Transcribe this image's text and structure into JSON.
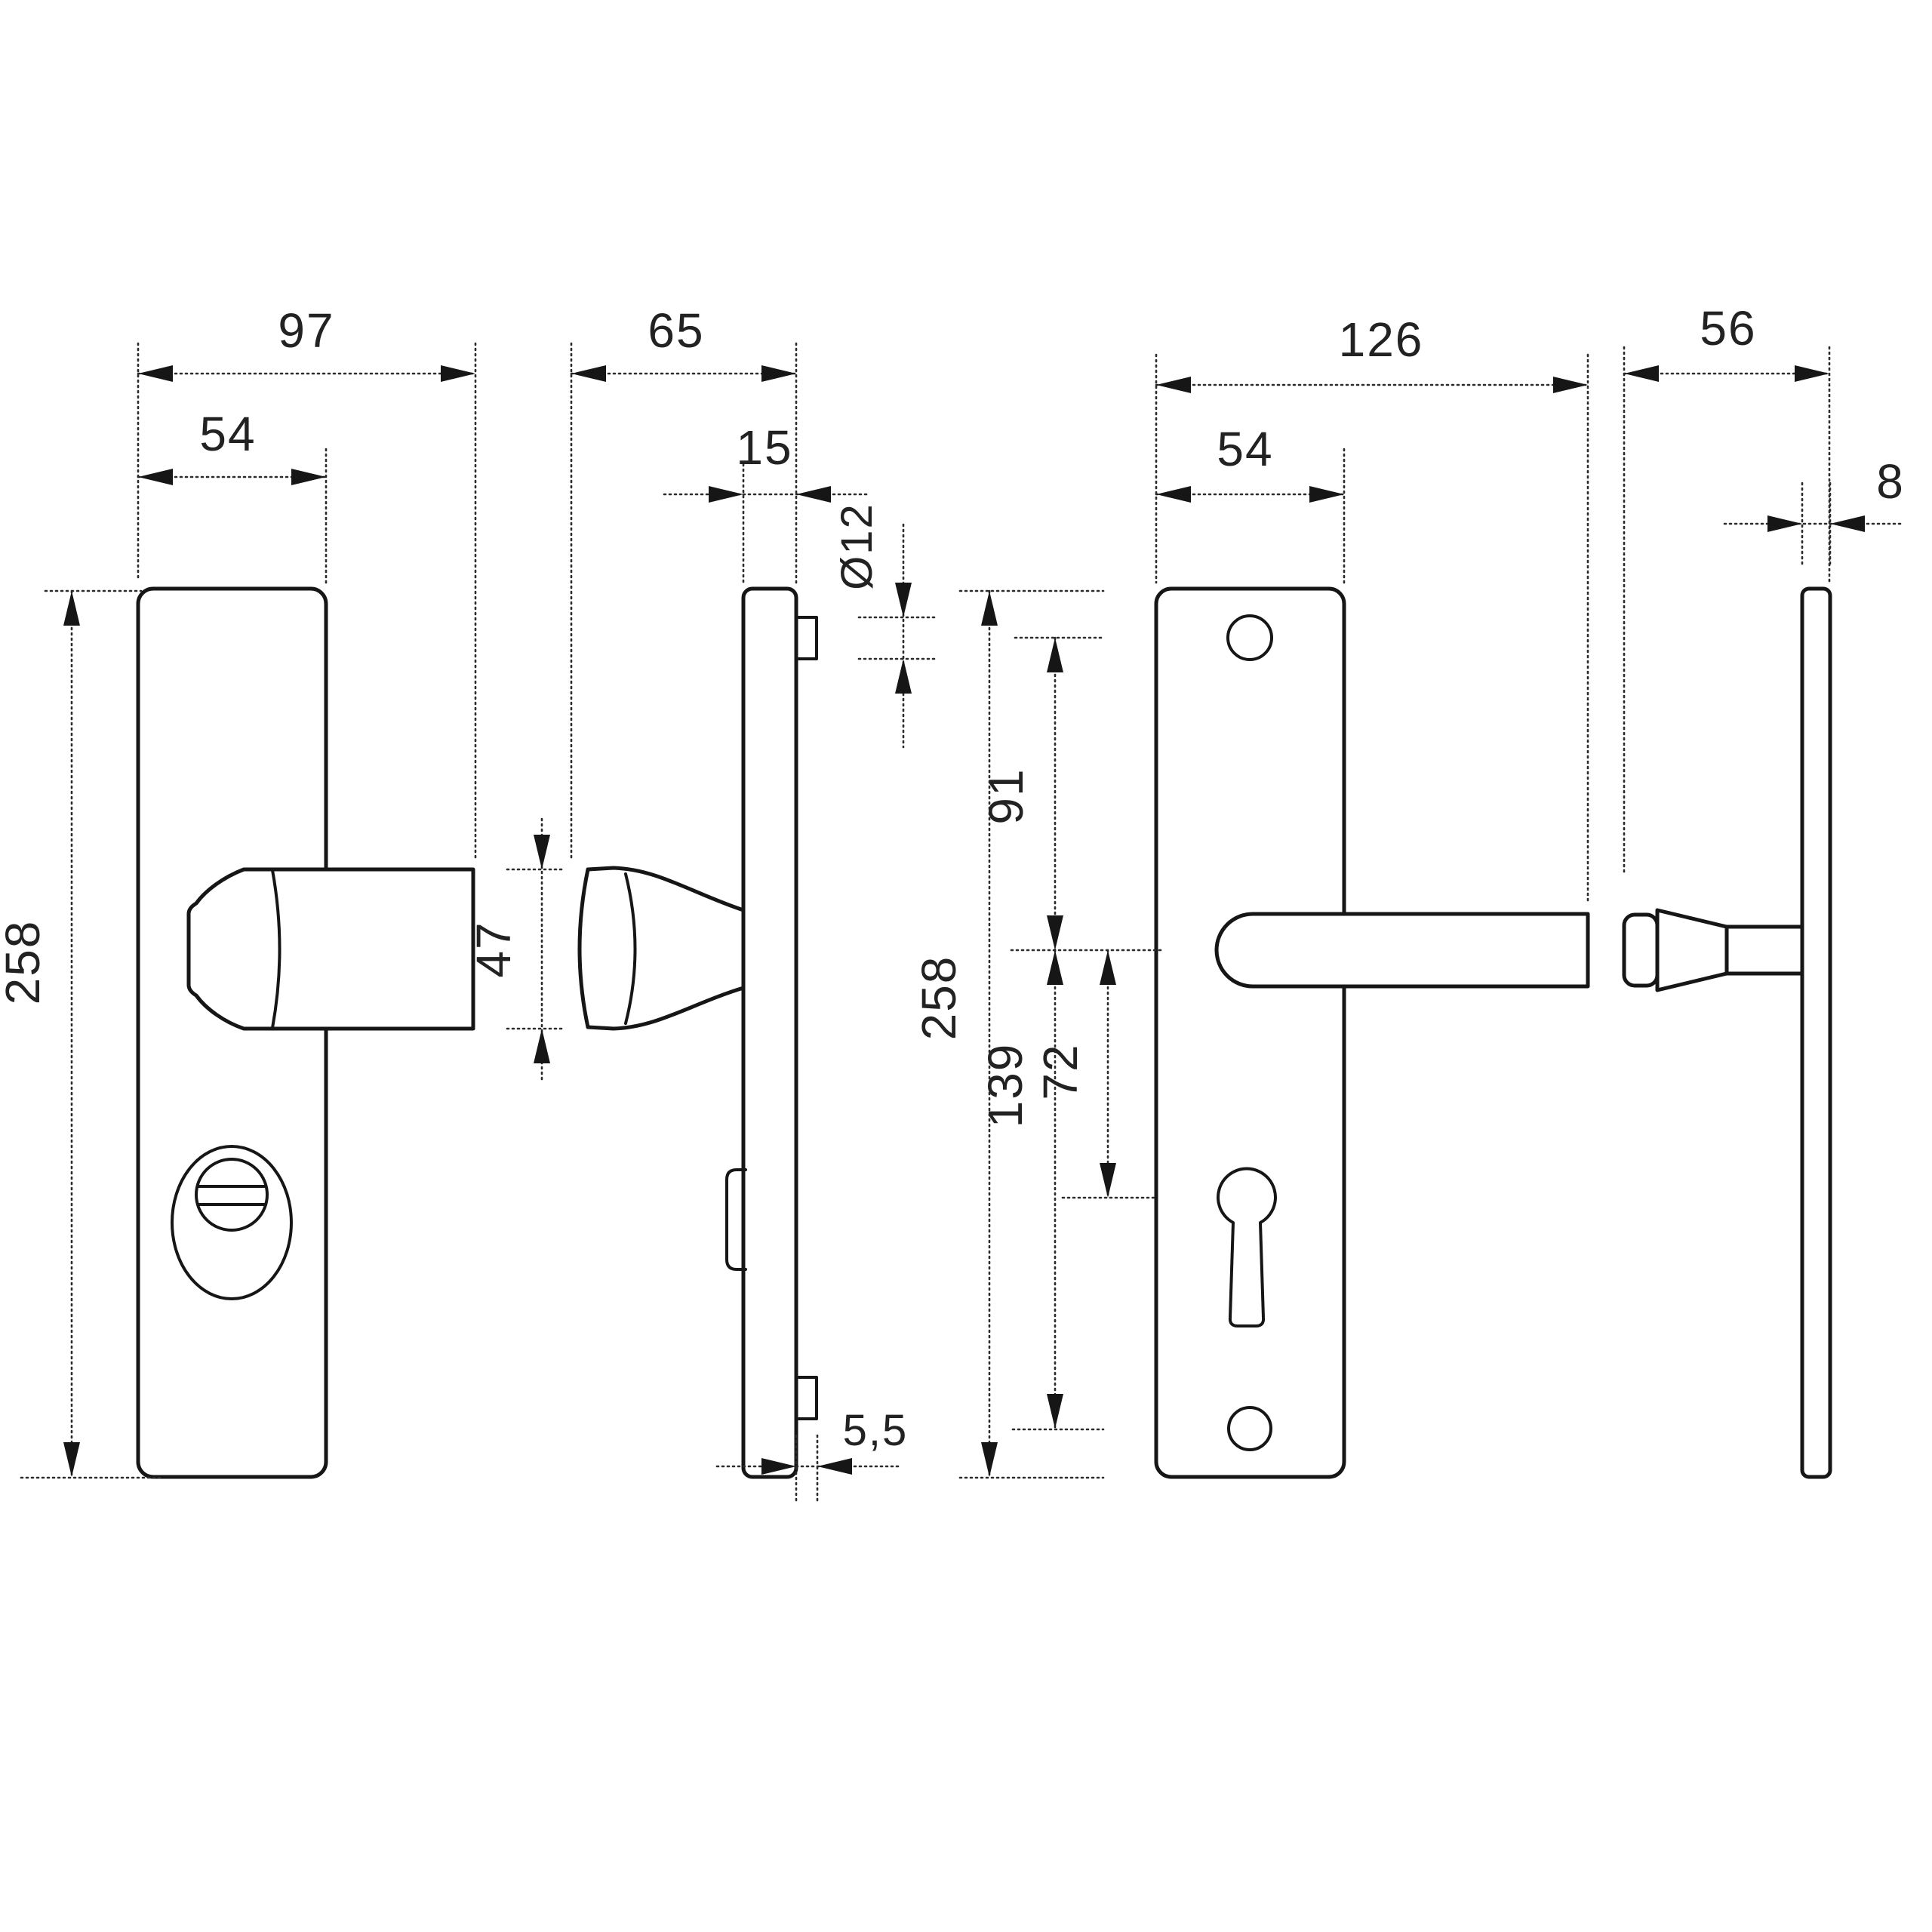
{
  "drawing": {
    "kind": "door security fitting – dimensioned technical drawing",
    "background": "#ffffff",
    "line_color": "#161616",
    "dim_color": "#2b2b2b",
    "dims": {
      "knob_front": {
        "total": "97",
        "plate": "54",
        "height": "258"
      },
      "knob_side": {
        "total": "65",
        "thickness": "15",
        "pin_dia": "Ø12",
        "knob_height": "47",
        "pin_len": "5,5"
      },
      "lever_front": {
        "total": "126",
        "plate": "54",
        "height": "258",
        "hole_to_handle": "91",
        "handle_to_cylinder": "72",
        "handle_to_hole": "139"
      },
      "lever_side": {
        "total": "56",
        "thickness": "8"
      }
    }
  }
}
